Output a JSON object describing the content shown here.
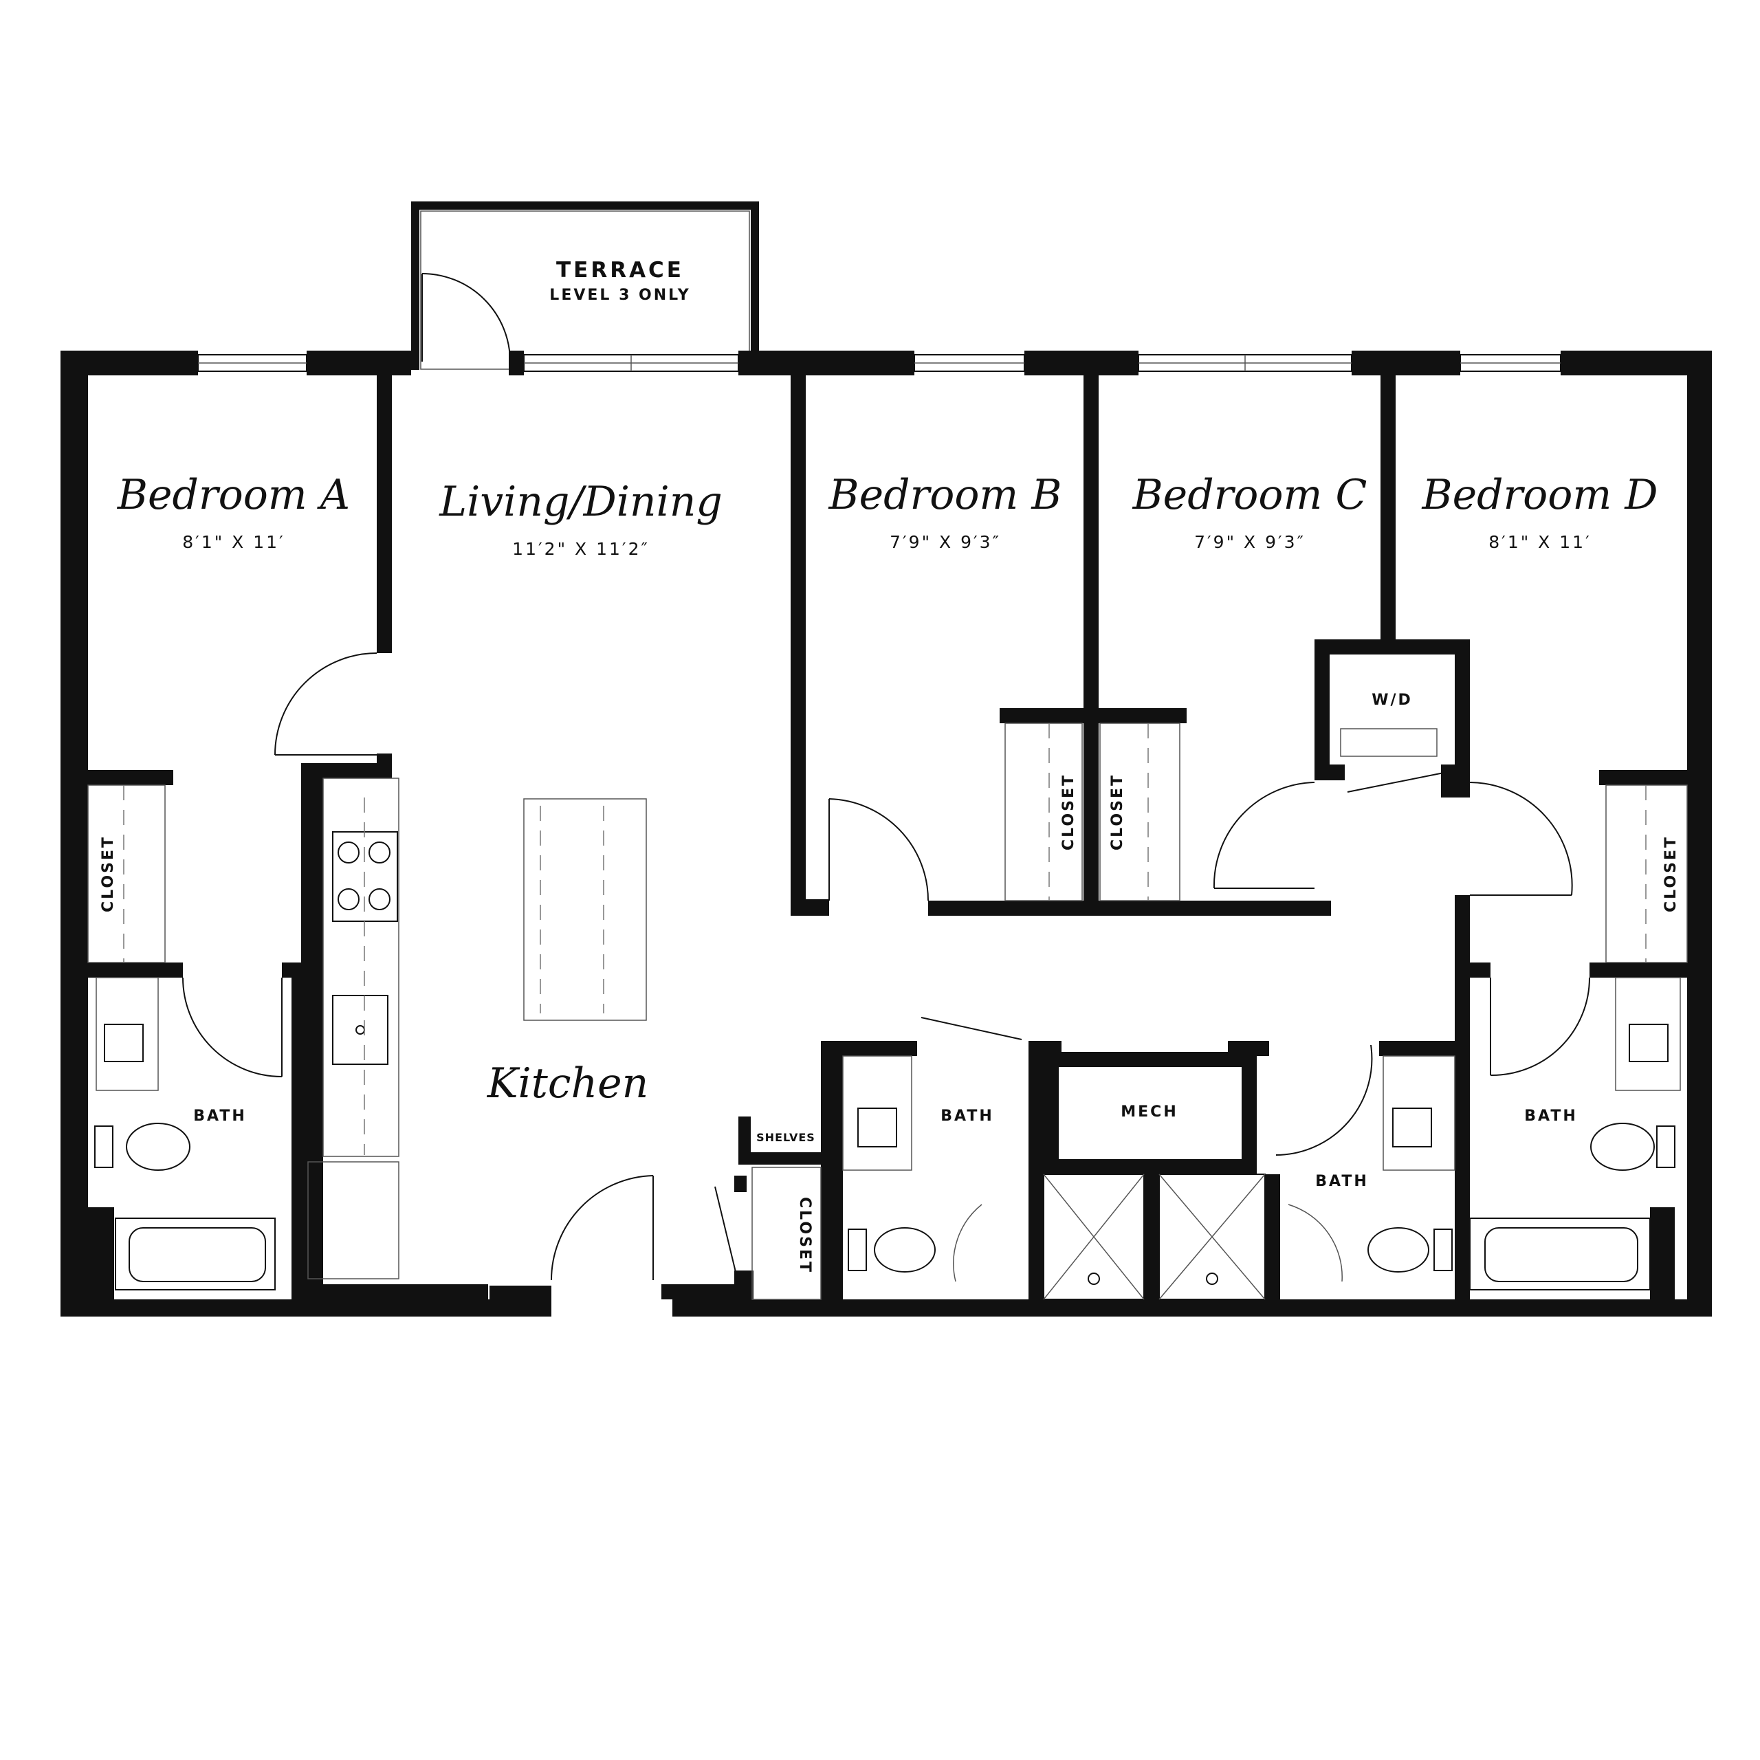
{
  "terrace": {
    "title": "TERRACE",
    "subtitle": "LEVEL 3 ONLY"
  },
  "rooms": {
    "bedroom_a": {
      "name": "Bedroom A",
      "dims": "8′1\" X 11′"
    },
    "living": {
      "name": "Living/Dining",
      "dims": "11′2\" X 11′2″"
    },
    "bedroom_b": {
      "name": "Bedroom B",
      "dims": "7′9\" X 9′3″"
    },
    "bedroom_c": {
      "name": "Bedroom C",
      "dims": "7′9\" X 9′3″"
    },
    "bedroom_d": {
      "name": "Bedroom D",
      "dims": "8′1\" X 11′"
    },
    "kitchen": {
      "name": "Kitchen"
    }
  },
  "labels": {
    "closet": "CLOSET",
    "bath": "BATH",
    "mech": "MECH",
    "wd": "W/D",
    "shelves": "SHELVES"
  }
}
